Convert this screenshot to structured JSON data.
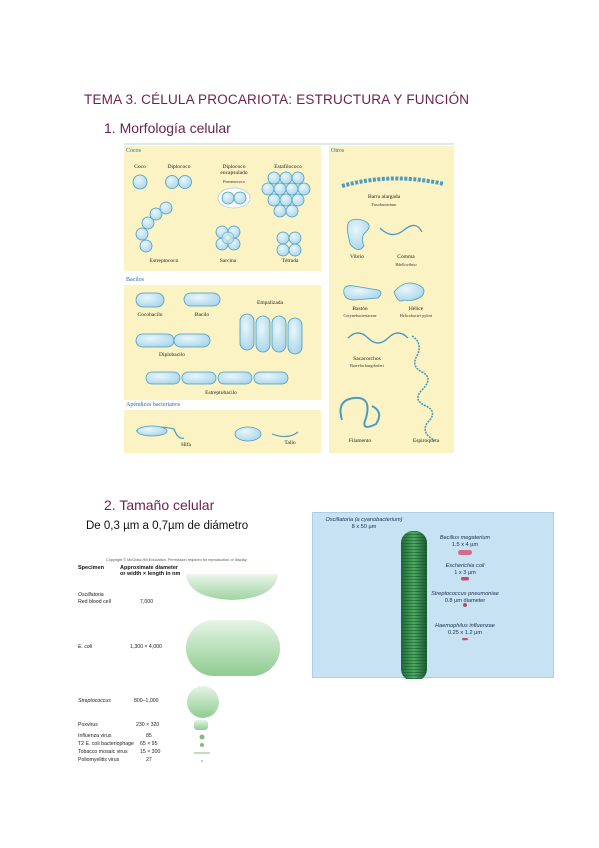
{
  "title": "TEMA 3. CÉLULA PROCARIOTA: ESTRUCTURA Y FUNCIÓN",
  "section1": "1.  Morfología celular",
  "section2": "2.  Tamaño celular",
  "size_note": "De 0,3 µm a 0,7µm de diámetro",
  "morph": {
    "cocos_title": "Cocos",
    "cocos": {
      "coco": "Coco",
      "diplococo": "Diplococo",
      "diplococo_enc": "Diplococo encapsulado",
      "diplococo_enc_sub": "Pneumococo",
      "estafilococo": "Estafilococo",
      "estreptococo": "Estreptococo",
      "sarcina": "Sarcina",
      "tetrada": "Tétrada"
    },
    "bacilos_title": "Bacilos",
    "bacilos": {
      "cocobacilo": "Cocobacilo",
      "bacilo": "Bacilo",
      "empalizada": "Empalizada",
      "diplobacilo": "Diplobacilo",
      "estreptobacilo": "Estreptobacilo"
    },
    "apendices_title": "Apéndices bacterianos",
    "apendices": {
      "hifa": "Hifa",
      "tallo": "Tallo"
    },
    "otros_title": "Otros",
    "otros": {
      "barra": "Barra alargada",
      "barra_sub": "Fusobacterium",
      "vibrio": "Vibrio",
      "comma": "Comma",
      "comma_sub": "Bdellovibrio",
      "bastón": "Bastón",
      "baston_sub": "Corynebacteriaceae",
      "helice": "Hélice",
      "helice_sub": "Helicobacter pylori",
      "sacacorchos": "Sacacorchos",
      "sacacorchos_sub": "Borrelia burgdorferi",
      "filamento": "Filamento",
      "espiroqueta": "Espiroqueta"
    }
  },
  "sizes": {
    "copyright": "Copyright © McGraw-Hill Education. Permission required for reproduction or display.",
    "col_specimen": "Specimen",
    "col_size": "Approximate diameter or width × length in nm",
    "rows": [
      {
        "name": "Oscillatoria",
        "name2": "Red blood cell",
        "value": "7,000"
      },
      {
        "name": "E. coli",
        "value": "1,300 × 4,000"
      },
      {
        "name": "Streptococcus",
        "value": "800–1,000"
      },
      {
        "name": "Poxvirus",
        "value": "230 × 320"
      },
      {
        "name": "Influenza virus",
        "value": "85"
      },
      {
        "name": "T2 E. coli bacteriophage",
        "value": "65 × 95"
      },
      {
        "name": "Tobacco mosaic virus",
        "value": "15 × 300"
      },
      {
        "name": "Poliomyelitis virus",
        "value": "27"
      }
    ]
  },
  "micro": {
    "osc": "Oscillatoria (a cyanobacterium)",
    "osc_size": "8 x 50 µm",
    "bac": "Bacillus megaterium",
    "bac_size": "1.5 x 4 µm",
    "eco": "Escherichia coli",
    "eco_size": "1 x 3 µm",
    "strep": "Streptococcus pneumoniae",
    "strep_size": "0.8 µm diameter",
    "haem": "Haemophilus influenzae",
    "haem_size": "0.25 x 1.2 µm"
  }
}
